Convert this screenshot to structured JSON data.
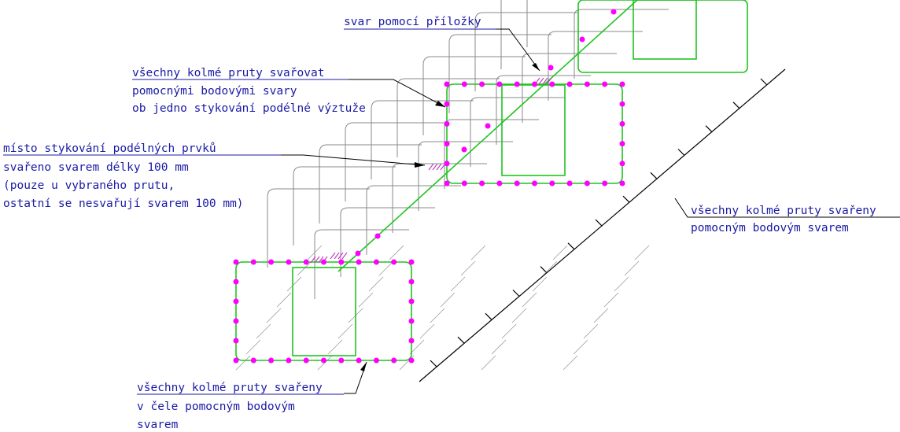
{
  "notes": {
    "top_weld": [
      "svar pomocí příložky"
    ],
    "upper_left": [
      "všechny kolmé pruty svařovat",
      "pomocnými bodovými svary",
      "ob jedno stykování podélné výztuže"
    ],
    "middle_left": [
      "místo stykování podélných prvků",
      "svařeno svarem délky 100 mm",
      "(pouze u vybraného prutu,",
      "ostatní se nesvařují svarem 100 mm)"
    ],
    "right": [
      "všechny kolmé pruty svařeny",
      "pomocným bodovým svarem"
    ],
    "bottom": [
      "všechny kolmé pruty svařeny",
      "v čele pomocným bodovým",
      "svarem"
    ]
  },
  "colors": {
    "text": "#1a1aa6",
    "bar_green": "#1fc41f",
    "bar_grey": "#8a8a8a",
    "weld_point": "#ff00ff",
    "weld_hatch": "#c040c0"
  }
}
